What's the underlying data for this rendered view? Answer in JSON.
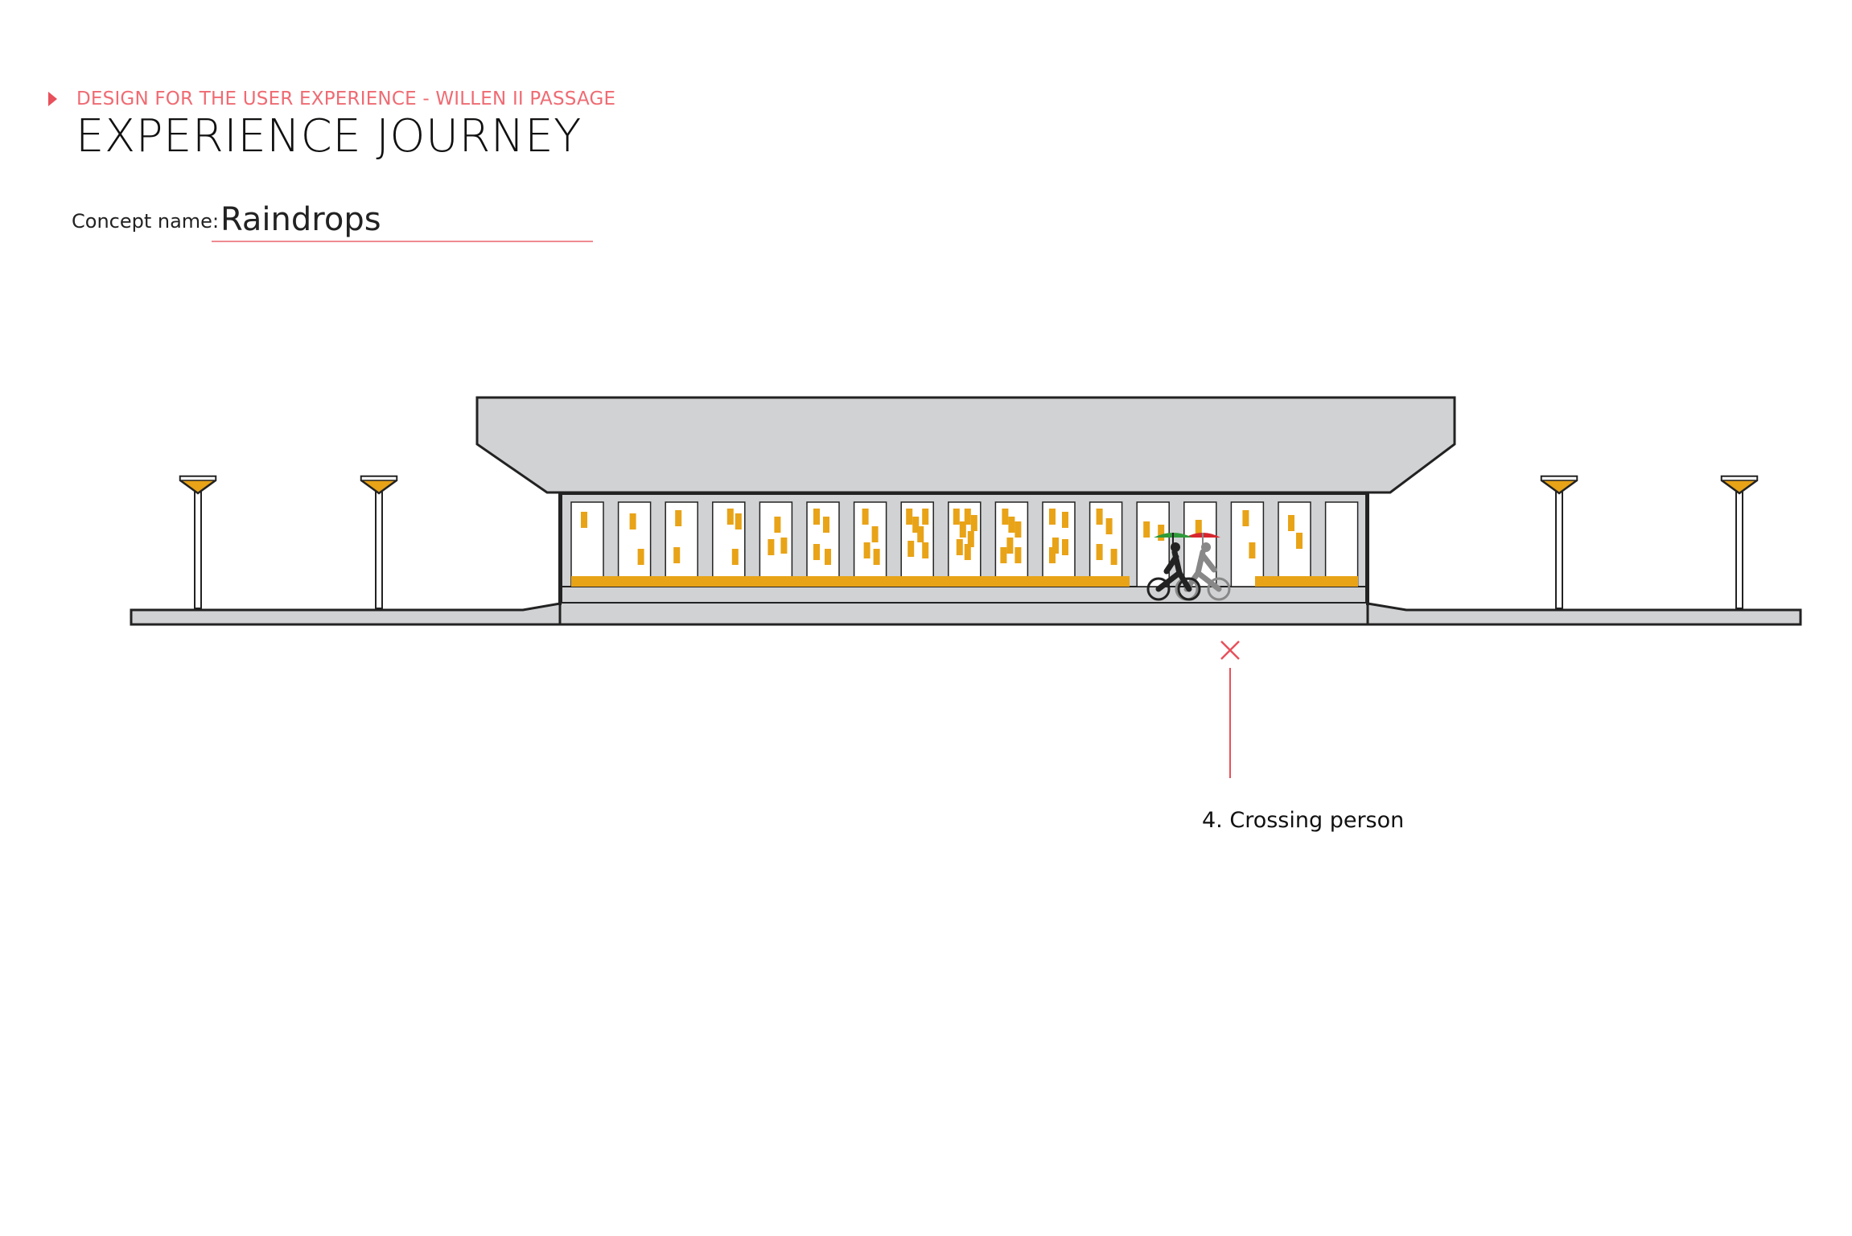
{
  "header": {
    "breadcrumb": "DESIGN FOR THE USER EXPERIENCE - WILLEN II PASSAGE",
    "title": "EXPERIENCE JOURNEY"
  },
  "concept": {
    "label": "Concept name:",
    "value": "Raindrops"
  },
  "callout": {
    "label": "4. Crossing person"
  },
  "colors": {
    "accent": "#e8505b",
    "concrete": "#d1d2d4",
    "orange": "#e8a317",
    "umbrella_green": "#2f9a3a",
    "umbrella_red": "#d7262e"
  }
}
